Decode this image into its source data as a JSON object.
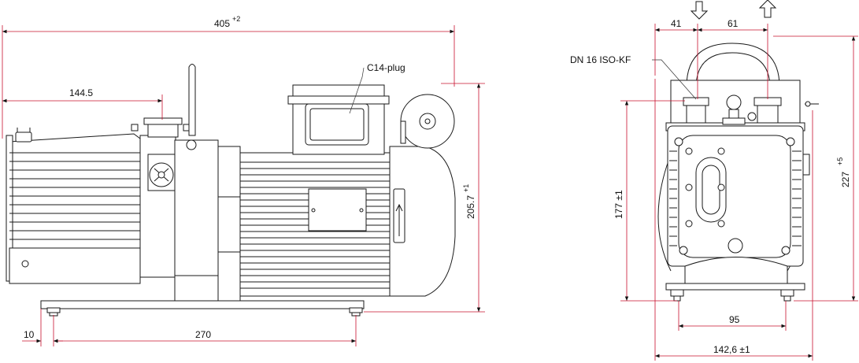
{
  "dimensions": {
    "overall_length": {
      "value": "405",
      "tolerance": "+2"
    },
    "inlet_offset": {
      "value": "144.5"
    },
    "foot_offset": {
      "value": "10"
    },
    "foot_spacing": {
      "value": "270"
    },
    "overall_height": {
      "value": "205.7",
      "tolerance": "+1"
    },
    "port_offset_left": {
      "value": "41"
    },
    "port_offset_right": {
      "value": "61"
    },
    "foot_height": {
      "value": "177 ±1"
    },
    "total_height": {
      "value": "227",
      "tolerance": "+5"
    },
    "foot_width": {
      "value": "95"
    },
    "overall_width": {
      "value": "142,6 ±1"
    }
  },
  "labels": {
    "plug": "C14-plug",
    "flange": "DN 16 ISO-KF"
  },
  "colors": {
    "dimension_line": "#c8102e",
    "outline": "#1a1a1a"
  }
}
